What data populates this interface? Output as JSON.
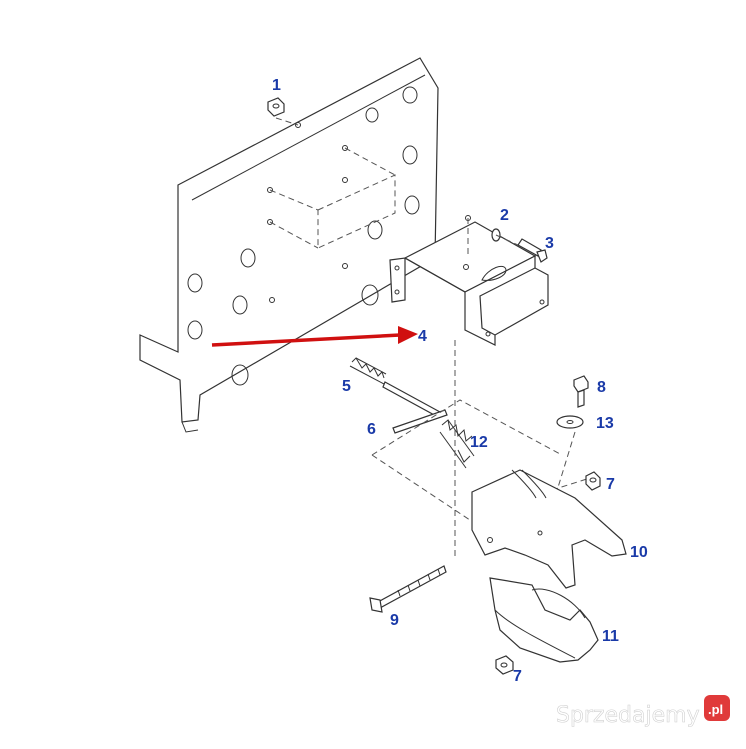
{
  "colors": {
    "callout_number": "#1a3aa8",
    "line_art": "#333333",
    "highlight_arrow": "#d01010",
    "watermark_badge": "#e03a3a"
  },
  "callouts": [
    {
      "id": "c1",
      "label": "1"
    },
    {
      "id": "c2",
      "label": "2"
    },
    {
      "id": "c3",
      "label": "3"
    },
    {
      "id": "c4",
      "label": "4"
    },
    {
      "id": "c5",
      "label": "5"
    },
    {
      "id": "c6",
      "label": "6"
    },
    {
      "id": "c12",
      "label": "12"
    },
    {
      "id": "c8",
      "label": "8"
    },
    {
      "id": "c13",
      "label": "13"
    },
    {
      "id": "c7a",
      "label": "7"
    },
    {
      "id": "c10",
      "label": "10"
    },
    {
      "id": "c9",
      "label": "9"
    },
    {
      "id": "c11",
      "label": "11"
    },
    {
      "id": "c7b",
      "label": "7"
    }
  ],
  "highlight": {
    "points_to": "4"
  },
  "watermark": {
    "text": "Sprzedajemy",
    "badge": ".pl"
  }
}
